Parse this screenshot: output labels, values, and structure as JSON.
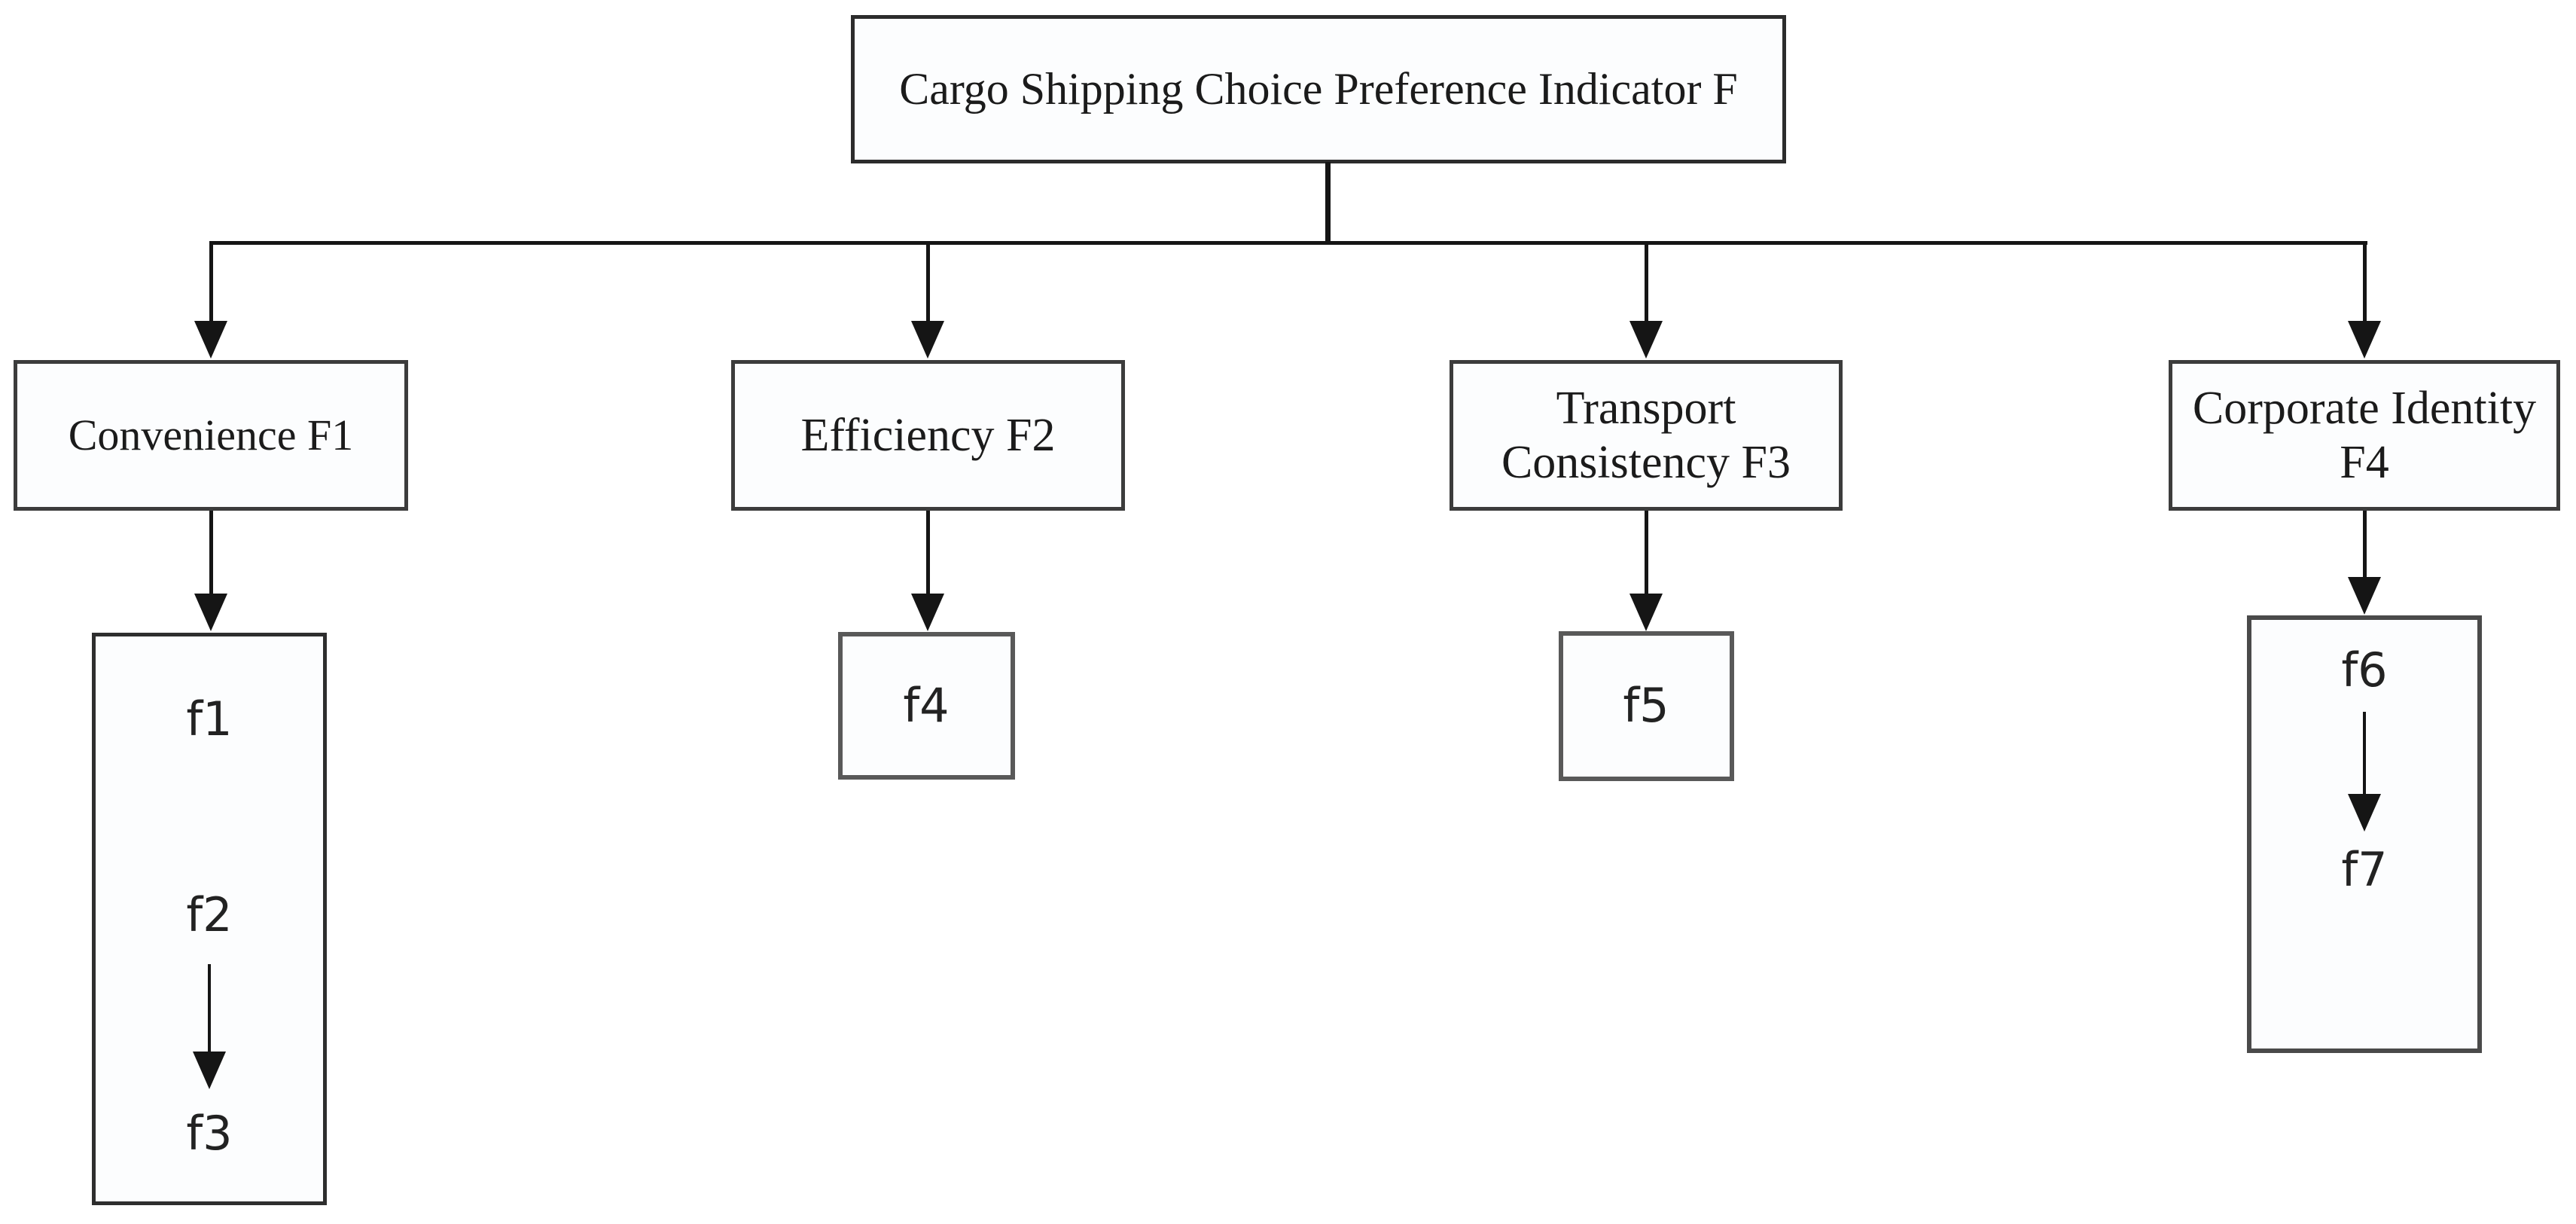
{
  "diagram": {
    "root": {
      "label": "Cargo Shipping Choice Preference Indicator F"
    },
    "branches": [
      {
        "id": "F1",
        "label": "Convenience F1",
        "leaves": [
          "f1",
          "f2",
          "f3"
        ]
      },
      {
        "id": "F2",
        "label": "Efficiency F2",
        "leaves": [
          "f4"
        ]
      },
      {
        "id": "F3",
        "label": "Transport Consistency F3",
        "leaves": [
          "f5"
        ]
      },
      {
        "id": "F4",
        "label": "Corporate Identity F4",
        "leaves": [
          "f6",
          "f7"
        ]
      }
    ],
    "edges": [
      {
        "from": "Cargo Shipping Choice Preference Indicator F",
        "to": "Convenience F1"
      },
      {
        "from": "Cargo Shipping Choice Preference Indicator F",
        "to": "Efficiency F2"
      },
      {
        "from": "Cargo Shipping Choice Preference Indicator F",
        "to": "Transport Consistency F3"
      },
      {
        "from": "Cargo Shipping Choice Preference Indicator F",
        "to": "Corporate Identity F4"
      },
      {
        "from": "Convenience F1",
        "to": "f1 f2 f3 group"
      },
      {
        "from": "Efficiency F2",
        "to": "f4"
      },
      {
        "from": "Transport Consistency F3",
        "to": "f5"
      },
      {
        "from": "Corporate Identity F4",
        "to": "f6 f7 group"
      },
      {
        "from": "f2",
        "to": "f3"
      },
      {
        "from": "f6",
        "to": "f7"
      }
    ],
    "colors": {
      "background": "#ffffff",
      "box_fill": "#fcfdfe",
      "border_dark": "#2c2c2c",
      "border_gray": "#595959",
      "line": "#151515",
      "text": "#1b1b1b"
    }
  }
}
